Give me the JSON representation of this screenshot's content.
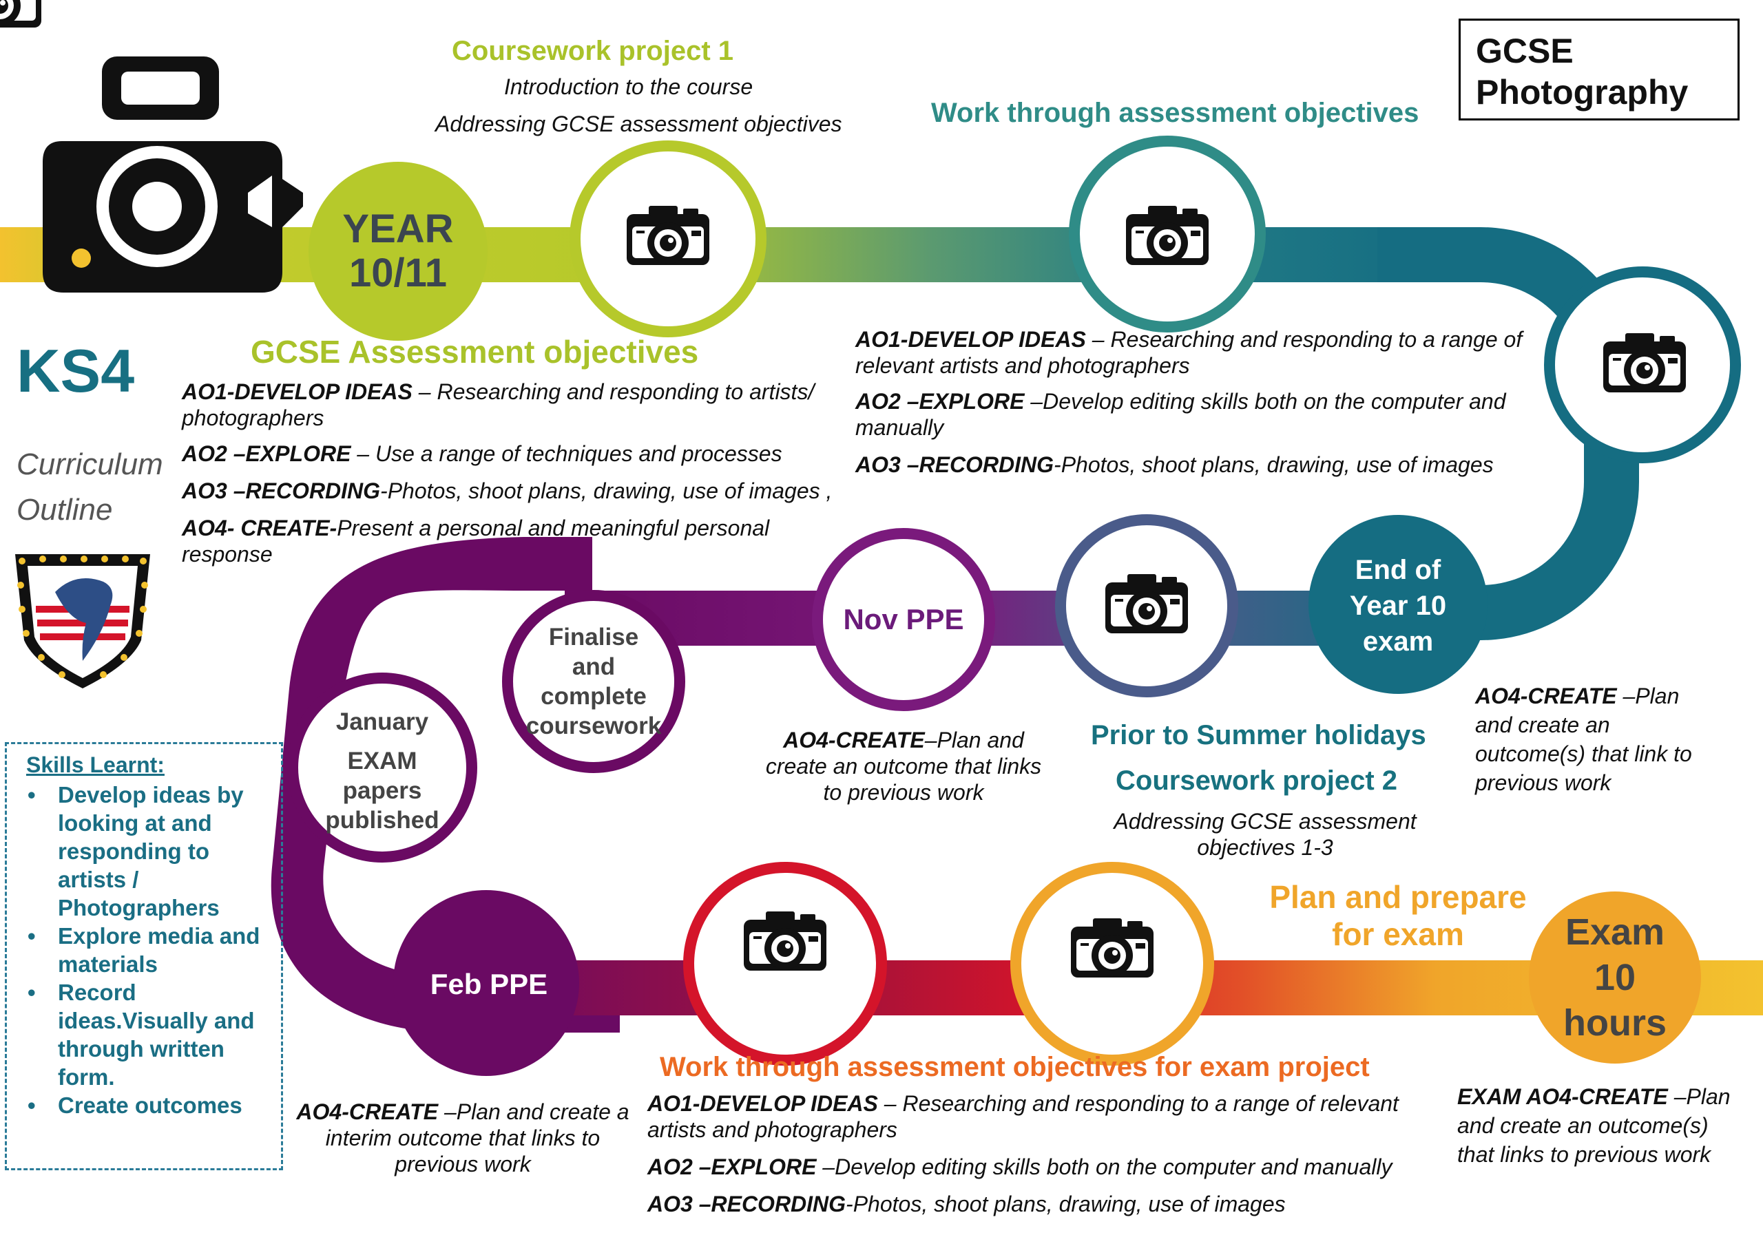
{
  "title_box": {
    "line1": "GCSE",
    "line2": "Photography"
  },
  "ks4": {
    "title": "KS4",
    "sub1": "Curriculum",
    "sub2": "Outline"
  },
  "year_circle": {
    "line1": "YEAR",
    "line2": "10/11"
  },
  "cw1": {
    "heading": "Coursework project 1",
    "line1": "Introduction to the course",
    "line2": "Addressing GCSE assessment objectives"
  },
  "work_through": {
    "heading": "Work through assessment objectives"
  },
  "gcse_ao": {
    "heading": "GCSE Assessment objectives",
    "items": [
      {
        "code": "AO1-DEVELOP IDEAS",
        "text": " – Researching and responding to artists/",
        "cont": "photographers"
      },
      {
        "code": "AO2 –EXPLORE",
        "text": " – Use a range of techniques and processes",
        "cont": ""
      },
      {
        "code": "AO3 –RECORDING",
        "text": "-Photos, shoot plans, drawing, use of images ,",
        "cont": ""
      },
      {
        "code": "AO4- CREATE-",
        "text": "Present a personal and meaningful personal",
        "cont": "response"
      }
    ]
  },
  "right_ao": {
    "items": [
      {
        "code": "AO1-DEVELOP IDEAS",
        "text": " – Researching and responding to a range of",
        "cont": "relevant artists and photographers"
      },
      {
        "code": "AO2 –EXPLORE",
        "text": " –Develop editing skills both on the computer and",
        "cont": "manually"
      },
      {
        "code": "AO3 –RECORDING",
        "text": "-Photos, shoot plans, drawing, use of images",
        "cont": ""
      }
    ]
  },
  "end_y10": {
    "line1": "End of",
    "line2": "Year 10",
    "line3": "exam"
  },
  "ao4_end_y10": {
    "code": "AO4-CREATE",
    "l1": " –Plan",
    "l2": "and create an",
    "l3": "outcome(s) that link to",
    "l4": "previous work"
  },
  "nov_ppe": {
    "label": "Nov PPE"
  },
  "ao4_nov": {
    "code": "AO4-CREATE",
    "l1": "–Plan and",
    "l2": "create an outcome that links",
    "l3": "to previous work"
  },
  "finalise": {
    "line1": "Finalise",
    "line2": "and",
    "line3": "complete",
    "line4": "coursework"
  },
  "january": {
    "line1": "January",
    "line2": "EXAM",
    "line3": "papers",
    "line4": "published"
  },
  "prior": {
    "heading1": "Prior to Summer holidays",
    "heading2": "Coursework project 2",
    "l1": "Addressing GCSE assessment",
    "l2": "objectives 1-3"
  },
  "feb_ppe": {
    "label": "Feb PPE"
  },
  "ao4_feb": {
    "code": "AO4-CREATE",
    "l1": " –Plan and create a",
    "l2": "interim outcome that links to",
    "l3": "previous work"
  },
  "plan_prepare": {
    "line1": "Plan and prepare",
    "line2": "for exam"
  },
  "exam": {
    "line1": "Exam",
    "line2": "10",
    "line3": "hours"
  },
  "exam_ao4": {
    "code": "EXAM AO4-CREATE",
    "l1": " –Plan",
    "l2": "and create an outcome(s)",
    "l3": "that links to previous work"
  },
  "exam_project": {
    "heading": "Work through assessment objectives for exam project",
    "items": [
      {
        "code": "AO1-DEVELOP IDEAS",
        "text": " – Researching and responding to a range of relevant",
        "cont": "artists and photographers"
      },
      {
        "code": "AO2 –EXPLORE",
        "text": " –Develop editing skills both on the computer and manually",
        "cont": ""
      },
      {
        "code": "AO3 –RECORDING",
        "text": "-Photos, shoot plans, drawing, use of images",
        "cont": ""
      }
    ]
  },
  "skills": {
    "heading": "Skills Learnt:",
    "items": [
      "Develop ideas by looking at and responding to artists / Photographers",
      "Explore media and materials",
      "Record ideas.Visually and through written form.",
      "Create outcomes"
    ]
  },
  "colors": {
    "lime": "#b6c92b",
    "teal": "#2f8c87",
    "blue": "#176f82",
    "purple": "#6b1b7a",
    "purple_dark": "#6a0a63",
    "red": "#d4142a",
    "orange": "#f0a52a",
    "yellow": "#f3c22f"
  }
}
